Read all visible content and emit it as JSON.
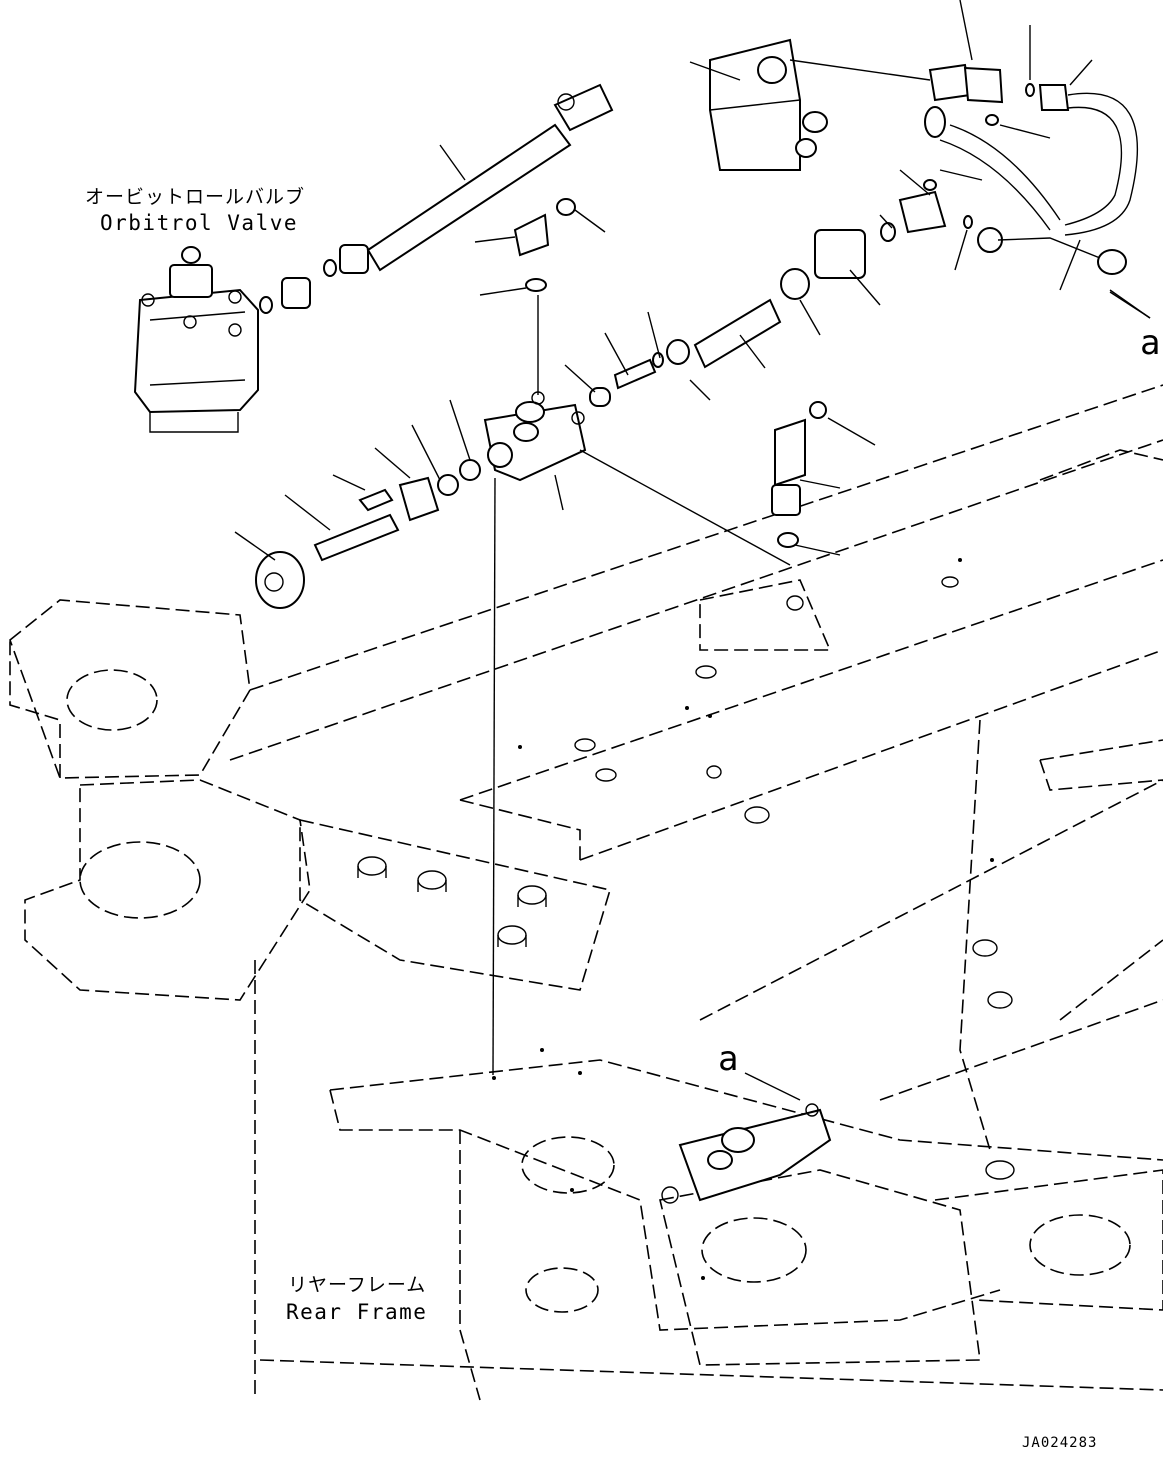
{
  "labels": {
    "orbitrol_jp": "オービットロールバルブ",
    "orbitrol_en": "Orbitrol Valve",
    "rear_frame_jp": "リヤーフレーム",
    "rear_frame_en": "Rear Frame",
    "ref_a_top": "a",
    "ref_a_bottom": "a",
    "drawing_code": "JA024283"
  }
}
